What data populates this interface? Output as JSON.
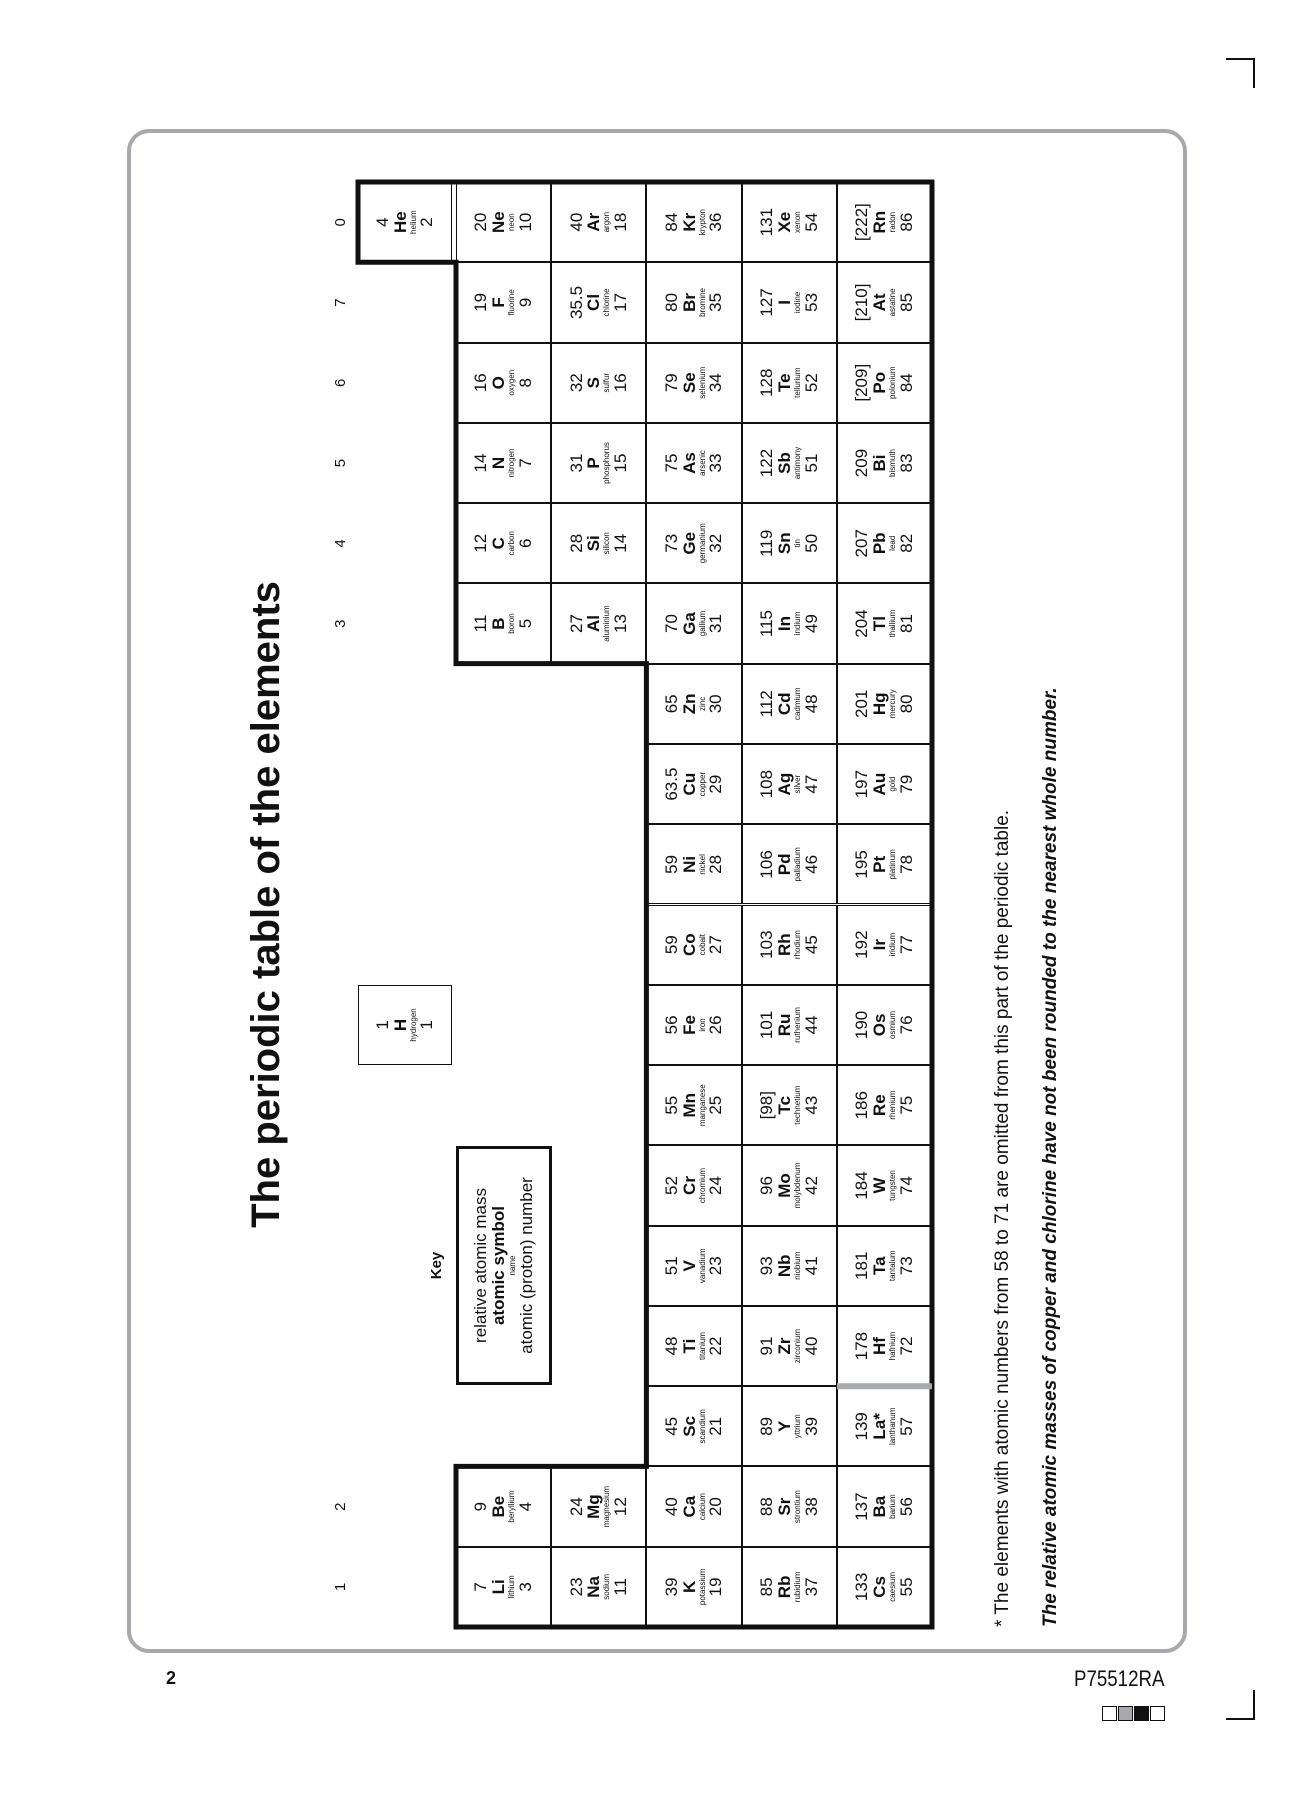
{
  "title": "The periodic table of the elements",
  "group_labels": [
    {
      "label": "1",
      "col": 0
    },
    {
      "label": "2",
      "col": 1
    },
    {
      "label": "3",
      "col": 12
    },
    {
      "label": "4",
      "col": 13
    },
    {
      "label": "5",
      "col": 14
    },
    {
      "label": "6",
      "col": 15
    },
    {
      "label": "7",
      "col": 16
    },
    {
      "label": "0",
      "col": 17
    }
  ],
  "key": {
    "heading": "Key",
    "mass": "relative atomic mass",
    "symbol": "atomic symbol",
    "name": "name",
    "number": "atomic (proton) number"
  },
  "elements": [
    {
      "row": 1,
      "col": 7,
      "mass": "1",
      "symbol": "H",
      "name": "hydrogen",
      "number": "1"
    },
    {
      "row": 1,
      "col": 17,
      "mass": "4",
      "symbol": "He",
      "name": "helium",
      "number": "2"
    },
    {
      "row": 2,
      "col": 0,
      "mass": "7",
      "symbol": "Li",
      "name": "lithium",
      "number": "3"
    },
    {
      "row": 2,
      "col": 1,
      "mass": "9",
      "symbol": "Be",
      "name": "beryllium",
      "number": "4"
    },
    {
      "row": 2,
      "col": 12,
      "mass": "11",
      "symbol": "B",
      "name": "boron",
      "number": "5"
    },
    {
      "row": 2,
      "col": 13,
      "mass": "12",
      "symbol": "C",
      "name": "carbon",
      "number": "6"
    },
    {
      "row": 2,
      "col": 14,
      "mass": "14",
      "symbol": "N",
      "name": "nitrogen",
      "number": "7"
    },
    {
      "row": 2,
      "col": 15,
      "mass": "16",
      "symbol": "O",
      "name": "oxygen",
      "number": "8"
    },
    {
      "row": 2,
      "col": 16,
      "mass": "19",
      "symbol": "F",
      "name": "fluorine",
      "number": "9"
    },
    {
      "row": 2,
      "col": 17,
      "mass": "20",
      "symbol": "Ne",
      "name": "neon",
      "number": "10"
    },
    {
      "row": 3,
      "col": 0,
      "mass": "23",
      "symbol": "Na",
      "name": "sodium",
      "number": "11"
    },
    {
      "row": 3,
      "col": 1,
      "mass": "24",
      "symbol": "Mg",
      "name": "magnesium",
      "number": "12"
    },
    {
      "row": 3,
      "col": 12,
      "mass": "27",
      "symbol": "Al",
      "name": "aluminium",
      "number": "13"
    },
    {
      "row": 3,
      "col": 13,
      "mass": "28",
      "symbol": "Si",
      "name": "silicon",
      "number": "14"
    },
    {
      "row": 3,
      "col": 14,
      "mass": "31",
      "symbol": "P",
      "name": "phosphorus",
      "number": "15"
    },
    {
      "row": 3,
      "col": 15,
      "mass": "32",
      "symbol": "S",
      "name": "sulfur",
      "number": "16"
    },
    {
      "row": 3,
      "col": 16,
      "mass": "35.5",
      "symbol": "Cl",
      "name": "chlorine",
      "number": "17"
    },
    {
      "row": 3,
      "col": 17,
      "mass": "40",
      "symbol": "Ar",
      "name": "argon",
      "number": "18"
    },
    {
      "row": 4,
      "col": 0,
      "mass": "39",
      "symbol": "K",
      "name": "potassium",
      "number": "19"
    },
    {
      "row": 4,
      "col": 1,
      "mass": "40",
      "symbol": "Ca",
      "name": "calcium",
      "number": "20"
    },
    {
      "row": 4,
      "col": 2,
      "mass": "45",
      "symbol": "Sc",
      "name": "scandium",
      "number": "21"
    },
    {
      "row": 4,
      "col": 3,
      "mass": "48",
      "symbol": "Ti",
      "name": "titanium",
      "number": "22"
    },
    {
      "row": 4,
      "col": 4,
      "mass": "51",
      "symbol": "V",
      "name": "vanadium",
      "number": "23"
    },
    {
      "row": 4,
      "col": 5,
      "mass": "52",
      "symbol": "Cr",
      "name": "chromium",
      "number": "24"
    },
    {
      "row": 4,
      "col": 6,
      "mass": "55",
      "symbol": "Mn",
      "name": "manganese",
      "number": "25"
    },
    {
      "row": 4,
      "col": 7,
      "mass": "56",
      "symbol": "Fe",
      "name": "iron",
      "number": "26"
    },
    {
      "row": 4,
      "col": 8,
      "mass": "59",
      "symbol": "Co",
      "name": "cobalt",
      "number": "27"
    },
    {
      "row": 4,
      "col": 9,
      "mass": "59",
      "symbol": "Ni",
      "name": "nickel",
      "number": "28"
    },
    {
      "row": 4,
      "col": 10,
      "mass": "63.5",
      "symbol": "Cu",
      "name": "copper",
      "number": "29"
    },
    {
      "row": 4,
      "col": 11,
      "mass": "65",
      "symbol": "Zn",
      "name": "zinc",
      "number": "30"
    },
    {
      "row": 4,
      "col": 12,
      "mass": "70",
      "symbol": "Ga",
      "name": "gallium",
      "number": "31"
    },
    {
      "row": 4,
      "col": 13,
      "mass": "73",
      "symbol": "Ge",
      "name": "germanium",
      "number": "32"
    },
    {
      "row": 4,
      "col": 14,
      "mass": "75",
      "symbol": "As",
      "name": "arsenic",
      "number": "33"
    },
    {
      "row": 4,
      "col": 15,
      "mass": "79",
      "symbol": "Se",
      "name": "selenium",
      "number": "34"
    },
    {
      "row": 4,
      "col": 16,
      "mass": "80",
      "symbol": "Br",
      "name": "bromine",
      "number": "35"
    },
    {
      "row": 4,
      "col": 17,
      "mass": "84",
      "symbol": "Kr",
      "name": "krypton",
      "number": "36"
    },
    {
      "row": 5,
      "col": 0,
      "mass": "85",
      "symbol": "Rb",
      "name": "rubidium",
      "number": "37"
    },
    {
      "row": 5,
      "col": 1,
      "mass": "88",
      "symbol": "Sr",
      "name": "strontium",
      "number": "38"
    },
    {
      "row": 5,
      "col": 2,
      "mass": "89",
      "symbol": "Y",
      "name": "yttrium",
      "number": "39"
    },
    {
      "row": 5,
      "col": 3,
      "mass": "91",
      "symbol": "Zr",
      "name": "zirconium",
      "number": "40"
    },
    {
      "row": 5,
      "col": 4,
      "mass": "93",
      "symbol": "Nb",
      "name": "niobium",
      "number": "41"
    },
    {
      "row": 5,
      "col": 5,
      "mass": "96",
      "symbol": "Mo",
      "name": "molybdenum",
      "number": "42"
    },
    {
      "row": 5,
      "col": 6,
      "mass": "[98]",
      "symbol": "Tc",
      "name": "technetium",
      "number": "43"
    },
    {
      "row": 5,
      "col": 7,
      "mass": "101",
      "symbol": "Ru",
      "name": "ruthenium",
      "number": "44"
    },
    {
      "row": 5,
      "col": 8,
      "mass": "103",
      "symbol": "Rh",
      "name": "rhodium",
      "number": "45"
    },
    {
      "row": 5,
      "col": 9,
      "mass": "106",
      "symbol": "Pd",
      "name": "palladium",
      "number": "46"
    },
    {
      "row": 5,
      "col": 10,
      "mass": "108",
      "symbol": "Ag",
      "name": "silver",
      "number": "47"
    },
    {
      "row": 5,
      "col": 11,
      "mass": "112",
      "symbol": "Cd",
      "name": "cadmium",
      "number": "48"
    },
    {
      "row": 5,
      "col": 12,
      "mass": "115",
      "symbol": "In",
      "name": "indium",
      "number": "49"
    },
    {
      "row": 5,
      "col": 13,
      "mass": "119",
      "symbol": "Sn",
      "name": "tin",
      "number": "50"
    },
    {
      "row": 5,
      "col": 14,
      "mass": "122",
      "symbol": "Sb",
      "name": "antimony",
      "number": "51"
    },
    {
      "row": 5,
      "col": 15,
      "mass": "128",
      "symbol": "Te",
      "name": "tellurium",
      "number": "52"
    },
    {
      "row": 5,
      "col": 16,
      "mass": "127",
      "symbol": "I",
      "name": "iodine",
      "number": "53"
    },
    {
      "row": 5,
      "col": 17,
      "mass": "131",
      "symbol": "Xe",
      "name": "xenon",
      "number": "54"
    },
    {
      "row": 6,
      "col": 0,
      "mass": "133",
      "symbol": "Cs",
      "name": "caesium",
      "number": "55"
    },
    {
      "row": 6,
      "col": 1,
      "mass": "137",
      "symbol": "Ba",
      "name": "barium",
      "number": "56"
    },
    {
      "row": 6,
      "col": 2,
      "mass": "139",
      "symbol": "La*",
      "name": "lanthanum",
      "number": "57"
    },
    {
      "row": 6,
      "col": 3,
      "mass": "178",
      "symbol": "Hf",
      "name": "hafnium",
      "number": "72"
    },
    {
      "row": 6,
      "col": 4,
      "mass": "181",
      "symbol": "Ta",
      "name": "tantalum",
      "number": "73"
    },
    {
      "row": 6,
      "col": 5,
      "mass": "184",
      "symbol": "W",
      "name": "tungsten",
      "number": "74"
    },
    {
      "row": 6,
      "col": 6,
      "mass": "186",
      "symbol": "Re",
      "name": "rhenium",
      "number": "75"
    },
    {
      "row": 6,
      "col": 7,
      "mass": "190",
      "symbol": "Os",
      "name": "osmium",
      "number": "76"
    },
    {
      "row": 6,
      "col": 8,
      "mass": "192",
      "symbol": "Ir",
      "name": "iridium",
      "number": "77"
    },
    {
      "row": 6,
      "col": 9,
      "mass": "195",
      "symbol": "Pt",
      "name": "platinum",
      "number": "78"
    },
    {
      "row": 6,
      "col": 10,
      "mass": "197",
      "symbol": "Au",
      "name": "gold",
      "number": "79"
    },
    {
      "row": 6,
      "col": 11,
      "mass": "201",
      "symbol": "Hg",
      "name": "mercury",
      "number": "80"
    },
    {
      "row": 6,
      "col": 12,
      "mass": "204",
      "symbol": "Tl",
      "name": "thallium",
      "number": "81"
    },
    {
      "row": 6,
      "col": 13,
      "mass": "207",
      "symbol": "Pb",
      "name": "lead",
      "number": "82"
    },
    {
      "row": 6,
      "col": 14,
      "mass": "209",
      "symbol": "Bi",
      "name": "bismuth",
      "number": "83"
    },
    {
      "row": 6,
      "col": 15,
      "mass": "[209]",
      "symbol": "Po",
      "name": "polonium",
      "number": "84"
    },
    {
      "row": 6,
      "col": 16,
      "mass": "[210]",
      "symbol": "At",
      "name": "astatine",
      "number": "85"
    },
    {
      "row": 6,
      "col": 17,
      "mass": "[222]",
      "symbol": "Rn",
      "name": "radon",
      "number": "86"
    }
  ],
  "footnotes": {
    "omitted": "* The elements with atomic numbers from 58 to 71 are omitted from this part of the periodic table.",
    "rounding": "The relative atomic masses of copper and chlorine have not been rounded to the nearest whole number."
  },
  "footer": {
    "page_number": "2",
    "paper_code": "P75512RA"
  },
  "colors": {
    "frame": "#a7a9ac",
    "ink": "#111111"
  }
}
